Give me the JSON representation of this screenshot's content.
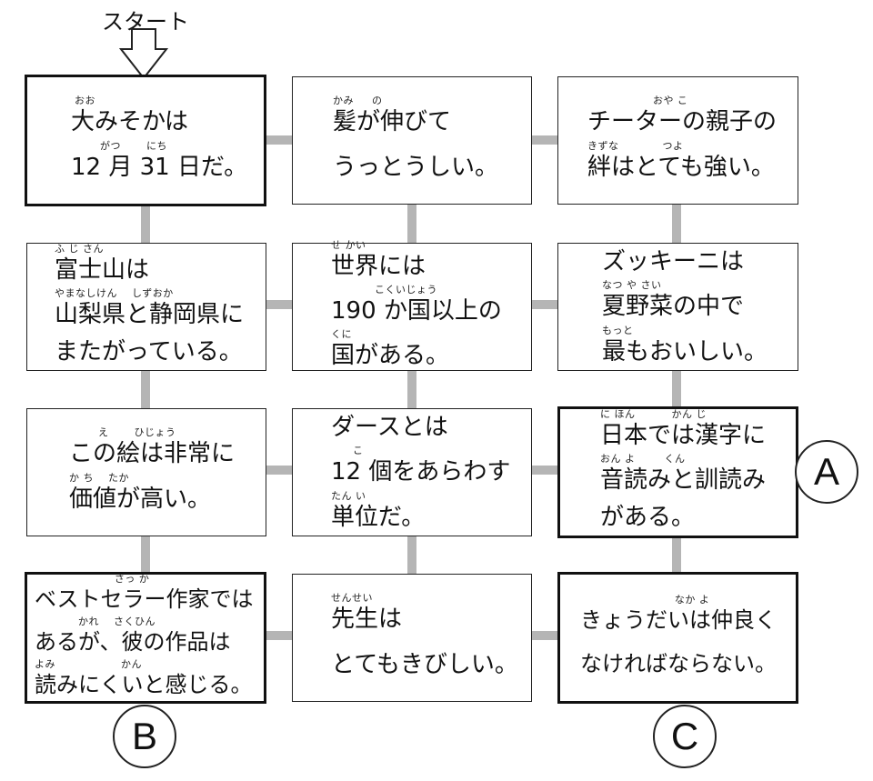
{
  "start_label": "スタート",
  "boxes": [
    {
      "id": "r1c1",
      "lines": [
        {
          "ruby": " おお",
          "text": "大みそかは"
        },
        {
          "ruby": "        がつ       にち",
          "text": "12 月 31 日だ。"
        }
      ]
    },
    {
      "id": "r1c2",
      "lines": [
        {
          "ruby": "かみ     の",
          "text": "髪が伸びて"
        },
        {
          "ruby": "",
          "text": "うっとうしい。"
        }
      ]
    },
    {
      "id": "r1c3",
      "lines": [
        {
          "ruby": "                  おや こ",
          "text": "チーターの親子の"
        },
        {
          "ruby": "きずな            つよ",
          "text": "絆はとても強い。"
        }
      ]
    },
    {
      "id": "r2c1",
      "lines": [
        {
          "ruby": "ふ じ さん",
          "text": "富士山は"
        },
        {
          "ruby": "やまなしけん    しずおか",
          "text": "山梨県と静岡県に"
        },
        {
          "ruby": "",
          "text": "またがっている。"
        }
      ]
    },
    {
      "id": "r2c2",
      "lines": [
        {
          "ruby": "せ かい",
          "text": "世界には"
        },
        {
          "ruby": "            こくいじょう",
          "text": "190 か国以上の"
        },
        {
          "ruby": "くに",
          "text": "国がある。"
        }
      ]
    },
    {
      "id": "r2c3",
      "lines": [
        {
          "ruby": "",
          "text": "ズッキーニは"
        },
        {
          "ruby": "なつ や さい",
          "text": "夏野菜の中で"
        },
        {
          "ruby": "もっと",
          "text": "最もおいしい。"
        }
      ]
    },
    {
      "id": "r3c1",
      "lines": [
        {
          "ruby": "        え       ひじょう",
          "text": "この絵は非常に"
        },
        {
          "ruby": "か ち    たか",
          "text": "価値が高い。"
        }
      ]
    },
    {
      "id": "r3c2",
      "lines": [
        {
          "ruby": "",
          "text": "ダースとは"
        },
        {
          "ruby": "      こ",
          "text": "12 個をあらわす"
        },
        {
          "ruby": "たん い",
          "text": "単位だ。"
        }
      ]
    },
    {
      "id": "r3c3",
      "lines": [
        {
          "ruby": "に ほん          かん じ",
          "text": "日本では漢字に"
        },
        {
          "ruby": "おん よ        くん",
          "text": "音読みと訓読み"
        },
        {
          "ruby": "",
          "text": "がある。"
        }
      ]
    },
    {
      "id": "r4c1",
      "lines": [
        {
          "ruby": "                      さっ か",
          "text": "ベストセラー作家では"
        },
        {
          "ruby": "            かれ    さくひん",
          "text": "あるが、彼の作品は"
        },
        {
          "ruby": "よみ                  かん",
          "text": "読みにくいと感じる。"
        }
      ]
    },
    {
      "id": "r4c2",
      "lines": [
        {
          "ruby": "せんせい",
          "text": "先生は"
        },
        {
          "ruby": "",
          "text": "とてもきびしい。"
        }
      ]
    },
    {
      "id": "r4c3",
      "lines": [
        {
          "ruby": "                          なか よ",
          "text": "きょうだいは仲良く"
        },
        {
          "ruby": "",
          "text": "なければならない。"
        }
      ]
    }
  ],
  "circles": {
    "a": "A",
    "b": "B",
    "c": "C"
  }
}
